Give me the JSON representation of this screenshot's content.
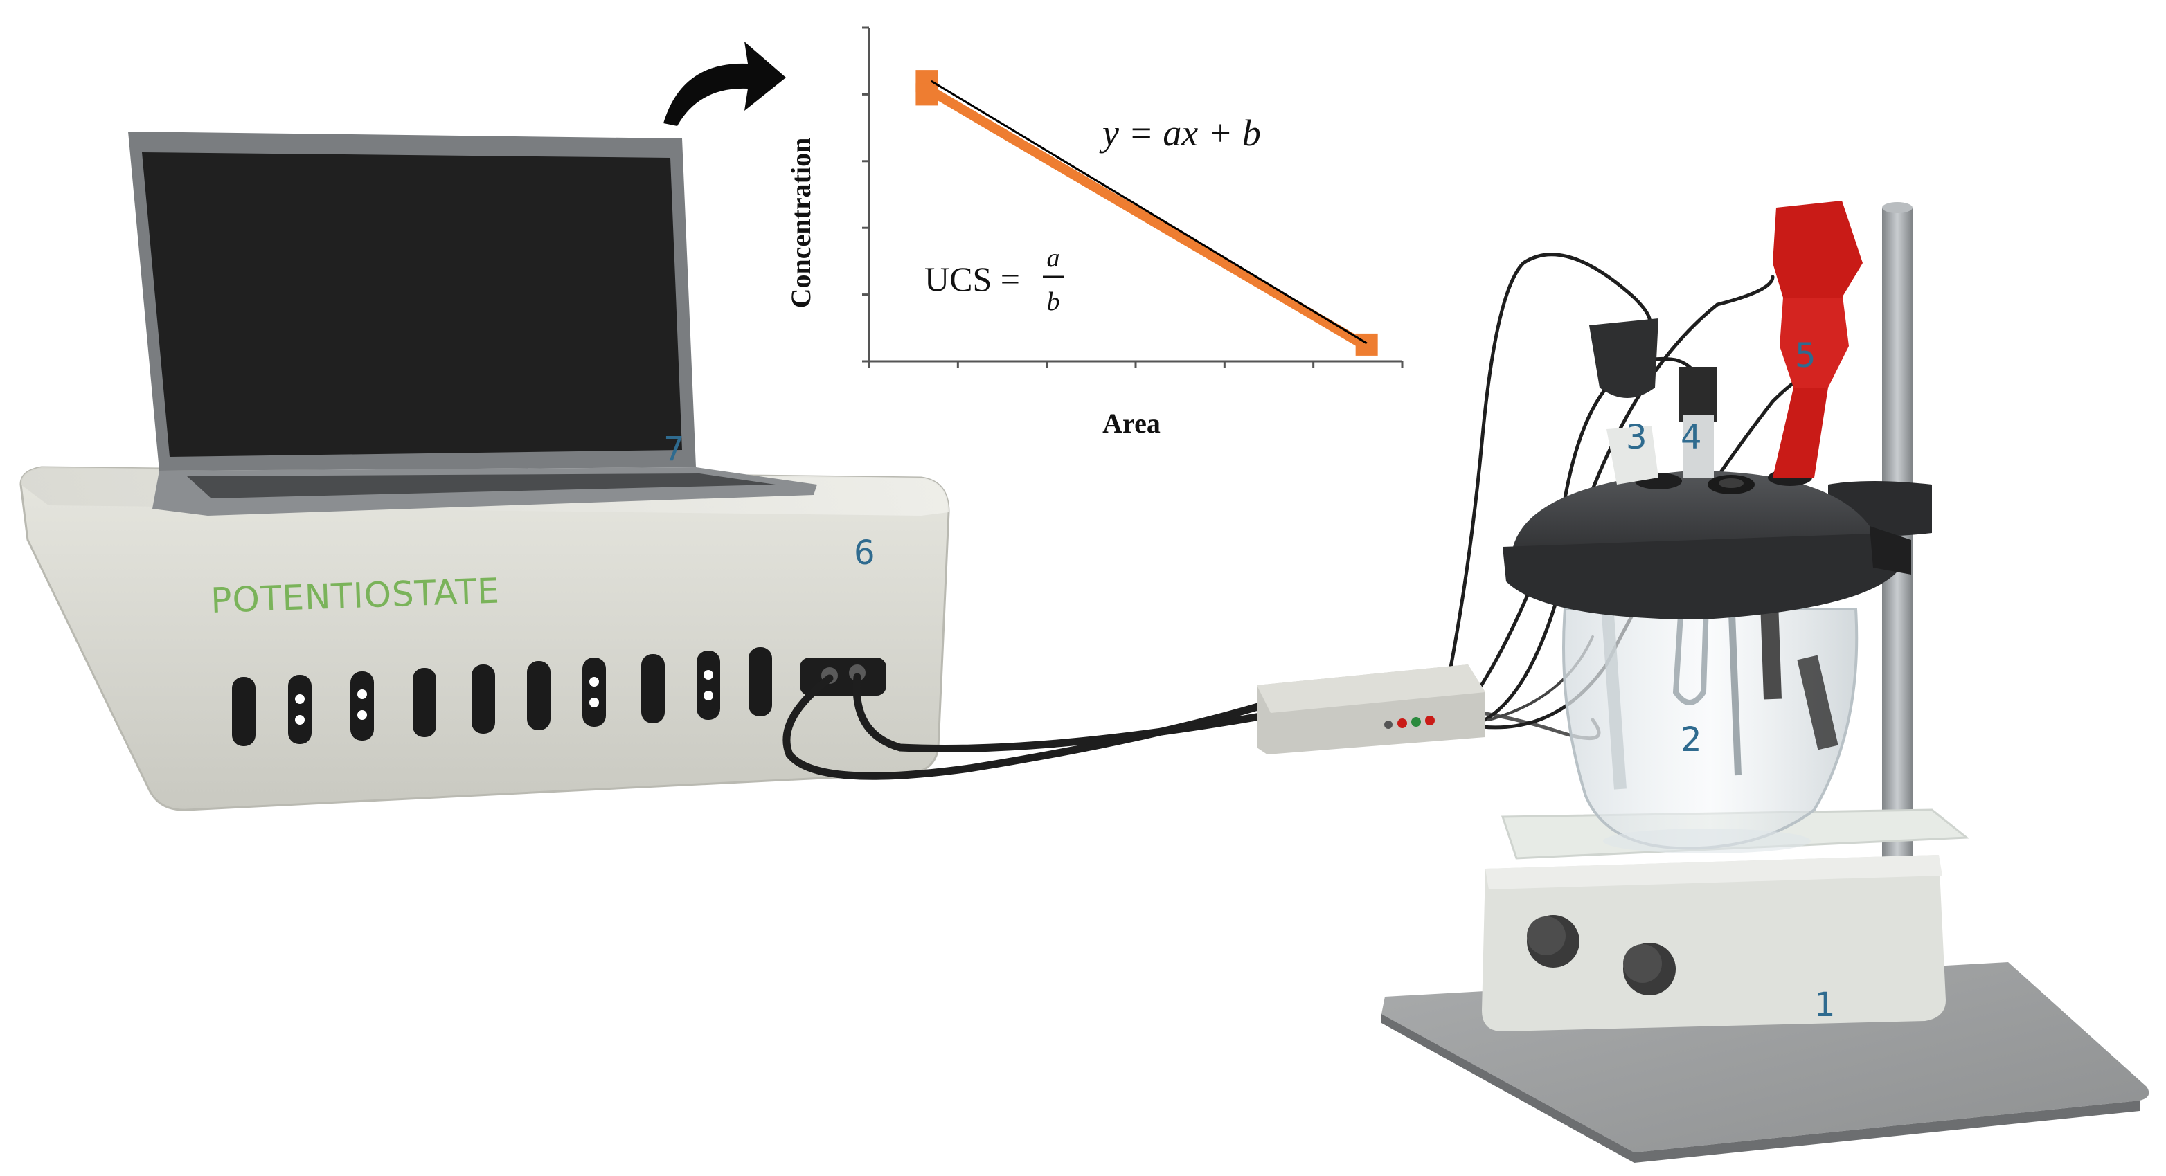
{
  "colors": {
    "brand_green": "#7ab35a",
    "label_blue": "#2f6b8f",
    "orange": "#ee7d31",
    "probe_red": "#c91b17",
    "lid_black": "#3a3b3d",
    "device_body": "#dcdcd5"
  },
  "device": {
    "brand": "POTENTIOSTATE"
  },
  "labels": {
    "stirrer": "1",
    "cell": "2",
    "electrode_3": "3",
    "electrode_4": "4",
    "electrode_5": "5",
    "potentiostat": "6",
    "laptop": "7"
  },
  "icons": {
    "arrow": "curved-arrow-icon"
  },
  "chart_data": {
    "type": "scatter",
    "xlabel": "Area",
    "ylabel": "Concentration",
    "equation": "y = ax + b",
    "ucs_prefix": "UCS =",
    "ucs_numerator": "a",
    "ucs_denominator": "b",
    "grid": false,
    "legend": "none",
    "xlim": [
      0,
      6
    ],
    "ylim": [
      0,
      5
    ],
    "points": [
      {
        "x": 0.65,
        "y": 4.2
      },
      {
        "x": 0.65,
        "y": 4.0
      },
      {
        "x": 5.6,
        "y": 0.25
      }
    ],
    "trend": {
      "x": [
        0.7,
        5.6
      ],
      "y": [
        4.05,
        0.22
      ]
    },
    "fit": {
      "x": [
        0.7,
        5.6
      ],
      "y": [
        4.2,
        0.27
      ]
    },
    "trend_color": "#ee7d31",
    "fit_color": "#000000"
  }
}
